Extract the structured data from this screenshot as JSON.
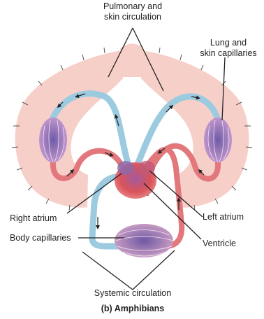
{
  "labels": {
    "pulmonary_line1": "Pulmonary and",
    "pulmonary_line2": "skin circulation",
    "lung_line1": "Lung and",
    "lung_line2": "skin capillaries",
    "right_atrium": "Right atrium",
    "body_capillaries": "Body capillaries",
    "left_atrium": "Left atrium",
    "ventricle": "Ventricle",
    "systemic": "Systemic circulation",
    "caption": "(b) Amphibians"
  },
  "colors": {
    "oxygenated": "#e2777c",
    "deoxygenated": "#9ccbe0",
    "tissue": "#f6cfc8",
    "capillary": "#8b6fb0",
    "heart": "#d9535a",
    "line": "#222222"
  }
}
